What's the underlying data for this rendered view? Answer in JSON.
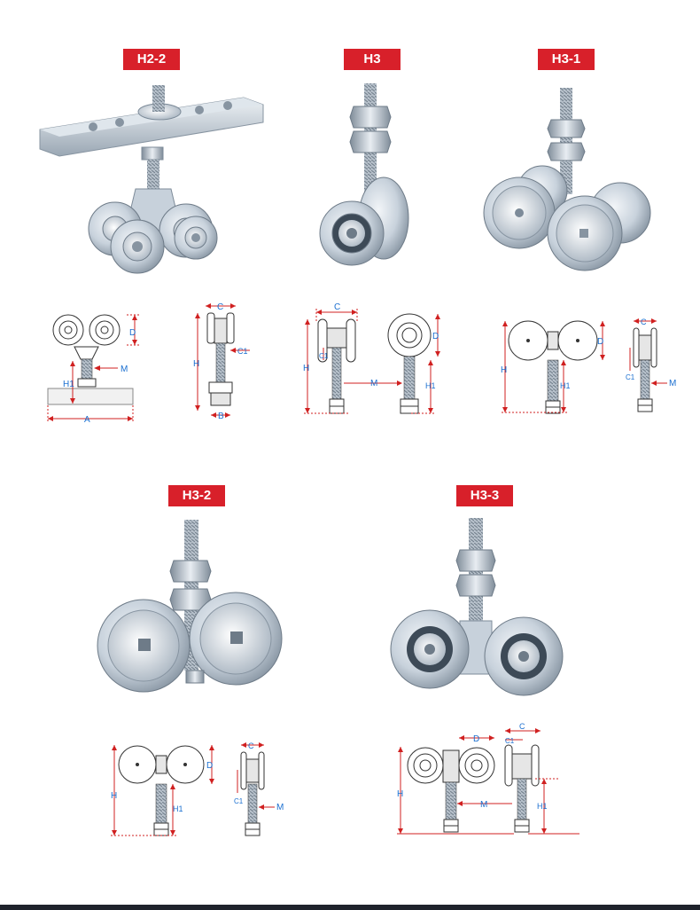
{
  "products": [
    {
      "id": "h2-2",
      "label": "H2-2",
      "dims": {
        "d": "D",
        "m": "M",
        "h1": "H1",
        "a": "A",
        "c": "C",
        "h": "H",
        "c1": "C1",
        "b": "B"
      }
    },
    {
      "id": "h3",
      "label": "H3",
      "dims": {
        "c": "C",
        "h": "H",
        "c1": "C1",
        "m": "M",
        "d": "D",
        "h1": "H1"
      }
    },
    {
      "id": "h3-1",
      "label": "H3-1",
      "dims": {
        "h": "H",
        "d": "D",
        "h1": "H1",
        "c": "C",
        "c1": "C1",
        "m": "M"
      }
    },
    {
      "id": "h3-2",
      "label": "H3-2",
      "dims": {
        "h": "H",
        "d": "D",
        "h1": "H1",
        "c": "C",
        "c1": "C1",
        "m": "M"
      }
    },
    {
      "id": "h3-3",
      "label": "H3-3",
      "dims": {
        "h": "H",
        "d": "D",
        "c1": "C1",
        "c": "C",
        "m": "M",
        "h1": "H1"
      }
    }
  ],
  "colors": {
    "badge": "#d8202a",
    "dimension_red": "#d02020",
    "dimension_blue": "#1a6fd0",
    "steel": "#b9c4cf",
    "footer": "#1f232c"
  }
}
